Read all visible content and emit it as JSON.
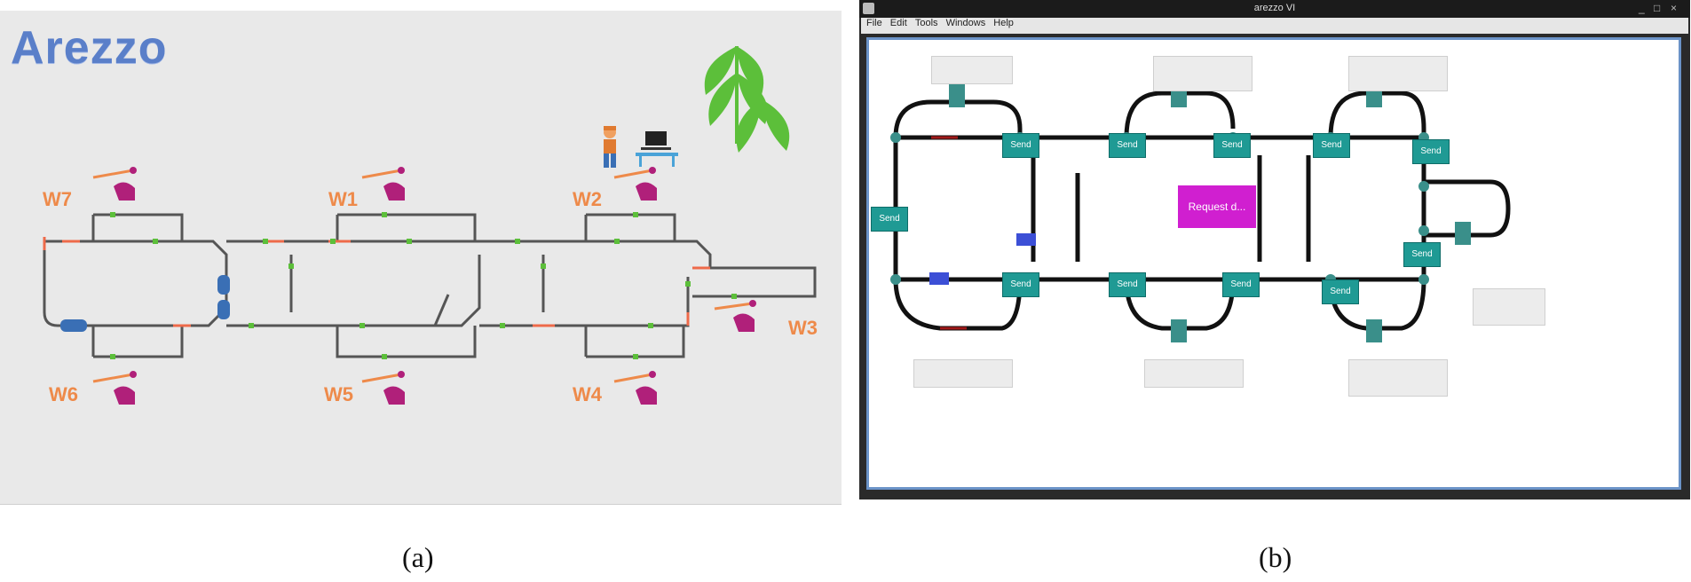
{
  "panel_a": {
    "logo": "Arezzo",
    "stations": [
      {
        "id": "W7",
        "label": "W7"
      },
      {
        "id": "W1",
        "label": "W1"
      },
      {
        "id": "W2",
        "label": "W2"
      },
      {
        "id": "W3",
        "label": "W3"
      },
      {
        "id": "W4",
        "label": "W4"
      },
      {
        "id": "W5",
        "label": "W5"
      },
      {
        "id": "W6",
        "label": "W6"
      }
    ],
    "caption": "(a)"
  },
  "panel_b": {
    "window_title": "arezzo VI",
    "menu": [
      "File",
      "Edit",
      "Tools",
      "Windows",
      "Help"
    ],
    "request_button": "Request d...",
    "send_label": "Send",
    "caption": "(b)"
  },
  "colors": {
    "accent_orange": "#ee8a4a",
    "robot_magenta": "#b0207a",
    "send_teal": "#1f9a94",
    "request_magenta": "#d01fd0",
    "plant_green": "#5cbf3a",
    "canvas_border": "#6b93c8"
  }
}
